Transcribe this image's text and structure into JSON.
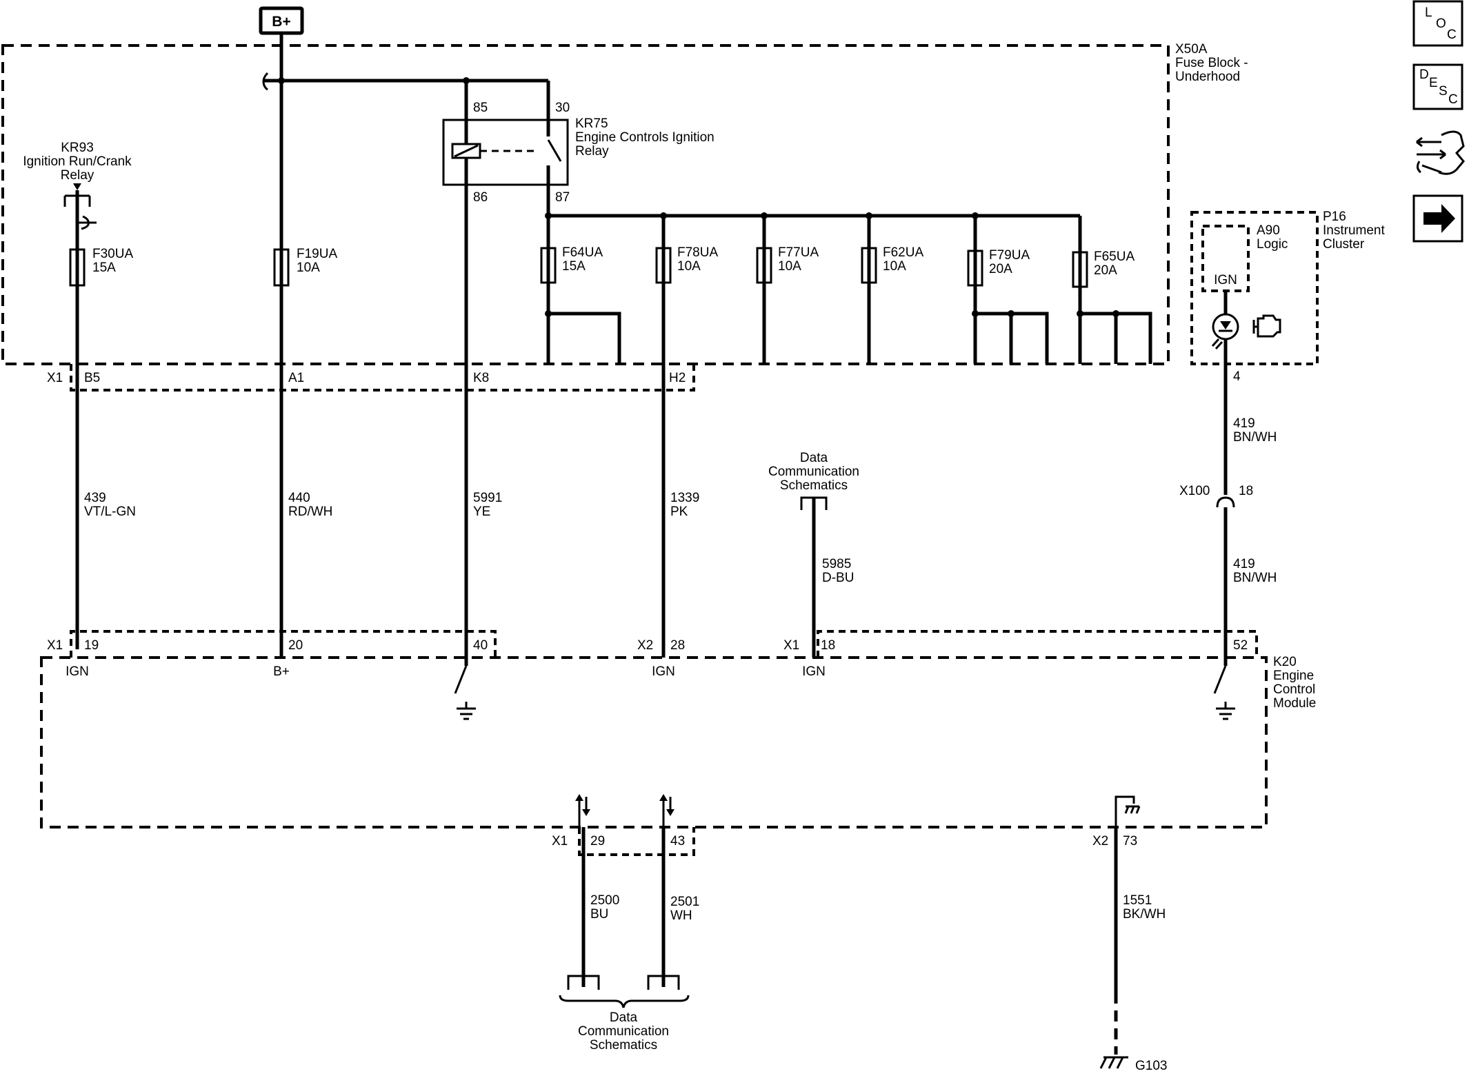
{
  "power_source": "B+",
  "blocks": {
    "fuse_block": {
      "id": "X50A",
      "line1": "Fuse Block -",
      "line2": "Underhood"
    },
    "instrument_cluster": {
      "id": "P16",
      "line1": "Instrument",
      "line2": "Cluster",
      "logic_id": "A90",
      "logic_label": "Logic",
      "pin_label": "IGN"
    },
    "ecm": {
      "id": "K20",
      "line1": "Engine",
      "line2": "Control",
      "line3": "Module"
    }
  },
  "relays": {
    "kr93": {
      "id": "KR93",
      "line1": "Ignition Run/Crank",
      "line2": "Relay"
    },
    "kr75": {
      "id": "KR75",
      "line1": "Engine Controls Ignition",
      "line2": "Relay",
      "pin85": "85",
      "pin30": "30",
      "pin86": "86",
      "pin87": "87"
    }
  },
  "fuses": [
    {
      "id": "F30UA",
      "rating": "15A"
    },
    {
      "id": "F19UA",
      "rating": "10A"
    },
    {
      "id": "F64UA",
      "rating": "15A"
    },
    {
      "id": "F78UA",
      "rating": "10A"
    },
    {
      "id": "F77UA",
      "rating": "10A"
    },
    {
      "id": "F62UA",
      "rating": "10A"
    },
    {
      "id": "F79UA",
      "rating": "20A"
    },
    {
      "id": "F65UA",
      "rating": "20A"
    }
  ],
  "connectors": {
    "x1_top": {
      "name": "X1",
      "pins": [
        "B5",
        "A1",
        "K8",
        "H2"
      ]
    },
    "ecm_x1": {
      "name": "X1",
      "pins": [
        "19",
        "20",
        "40"
      ],
      "pin_labels": [
        "IGN",
        "B+"
      ]
    },
    "ecm_x2": {
      "name": "X2",
      "pin": "28",
      "pin_label": "IGN"
    },
    "ecm_x1b": {
      "name": "X1",
      "pin": "18",
      "pin_label": "IGN"
    },
    "ecm_52": {
      "pin": "52"
    },
    "ecm_bottom_x1": {
      "name": "X1",
      "pins": [
        "29",
        "43"
      ]
    },
    "ecm_bottom_x2": {
      "name": "X2",
      "pin": "73"
    },
    "x100": {
      "name": "X100",
      "pin": "18"
    },
    "cluster_pin": "4"
  },
  "wires": [
    {
      "circuit": "439",
      "color": "VT/L-GN"
    },
    {
      "circuit": "440",
      "color": "RD/WH"
    },
    {
      "circuit": "5991",
      "color": "YE"
    },
    {
      "circuit": "1339",
      "color": "PK"
    },
    {
      "circuit": "5985",
      "color": "D-BU"
    },
    {
      "circuit": "419",
      "color": "BN/WH"
    },
    {
      "circuit": "419",
      "color": "BN/WH"
    },
    {
      "circuit": "2500",
      "color": "BU"
    },
    {
      "circuit": "2501",
      "color": "WH"
    },
    {
      "circuit": "1551",
      "color": "BK/WH"
    }
  ],
  "data_comm_ref": {
    "line1": "Data",
    "line2": "Communication",
    "line3": "Schematics"
  },
  "ground": "G103",
  "nav": [
    {
      "name": "loc",
      "letters": [
        "L",
        "O",
        "C"
      ]
    },
    {
      "name": "desc",
      "letters": [
        "D",
        "E",
        "S",
        "C"
      ]
    },
    {
      "name": "connector-tool-icon"
    },
    {
      "name": "next-arrow-icon"
    }
  ]
}
